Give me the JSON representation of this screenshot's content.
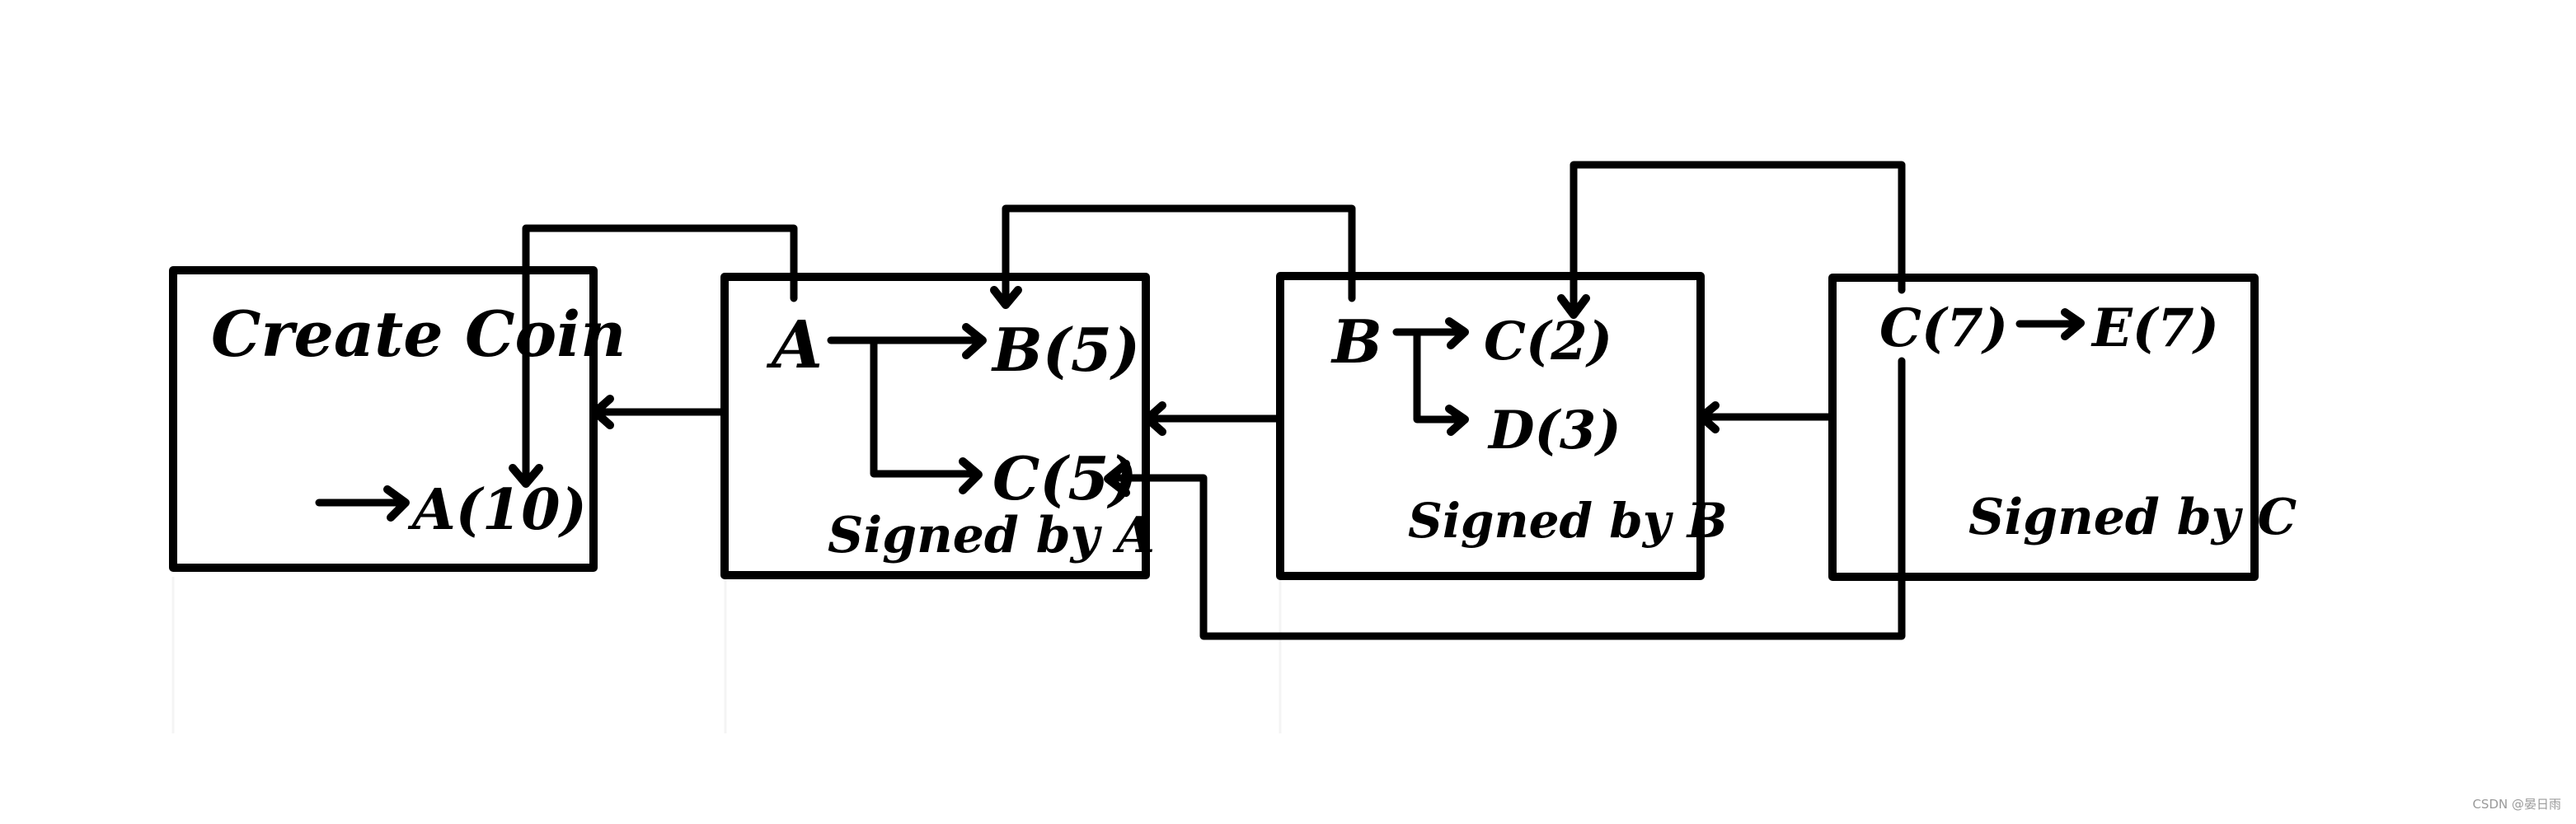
{
  "diagram": {
    "title": "Coin transaction chain",
    "blocks": [
      {
        "id": "create-coin",
        "title": "Create Coin",
        "outputs": [
          {
            "label": "A(10)",
            "recipient": "A",
            "amount": 10
          }
        ],
        "signature": ""
      },
      {
        "id": "tx-a",
        "input": "A",
        "outputs": [
          {
            "label": "B(5)",
            "recipient": "B",
            "amount": 5
          },
          {
            "label": "C(5)",
            "recipient": "C",
            "amount": 5
          }
        ],
        "signature": "Signed by A"
      },
      {
        "id": "tx-b",
        "input": "B",
        "outputs": [
          {
            "label": "C(2)",
            "recipient": "C",
            "amount": 2
          },
          {
            "label": "D(3)",
            "recipient": "D",
            "amount": 3
          }
        ],
        "signature": "Signed by B"
      },
      {
        "id": "tx-c",
        "input": "C(7)",
        "outputs": [
          {
            "label": "E(7)",
            "recipient": "E",
            "amount": 7
          }
        ],
        "signature": "Signed by C"
      }
    ],
    "links": [
      {
        "from": "tx-a.input",
        "to": "create-coin.A(10)",
        "kind": "source-reference"
      },
      {
        "from": "tx-b.input",
        "to": "tx-a.B(5)",
        "kind": "source-reference"
      },
      {
        "from": "tx-c.input",
        "to": "tx-b.C(2)",
        "kind": "source-reference"
      },
      {
        "from": "tx-c.input",
        "to": "tx-a.C(5)",
        "kind": "source-reference"
      },
      {
        "from": "tx-a",
        "to": "create-coin",
        "kind": "hash-pointer"
      },
      {
        "from": "tx-b",
        "to": "tx-a",
        "kind": "hash-pointer"
      },
      {
        "from": "tx-c",
        "to": "tx-b",
        "kind": "hash-pointer"
      }
    ]
  },
  "watermark": "CSDN @晏日雨"
}
